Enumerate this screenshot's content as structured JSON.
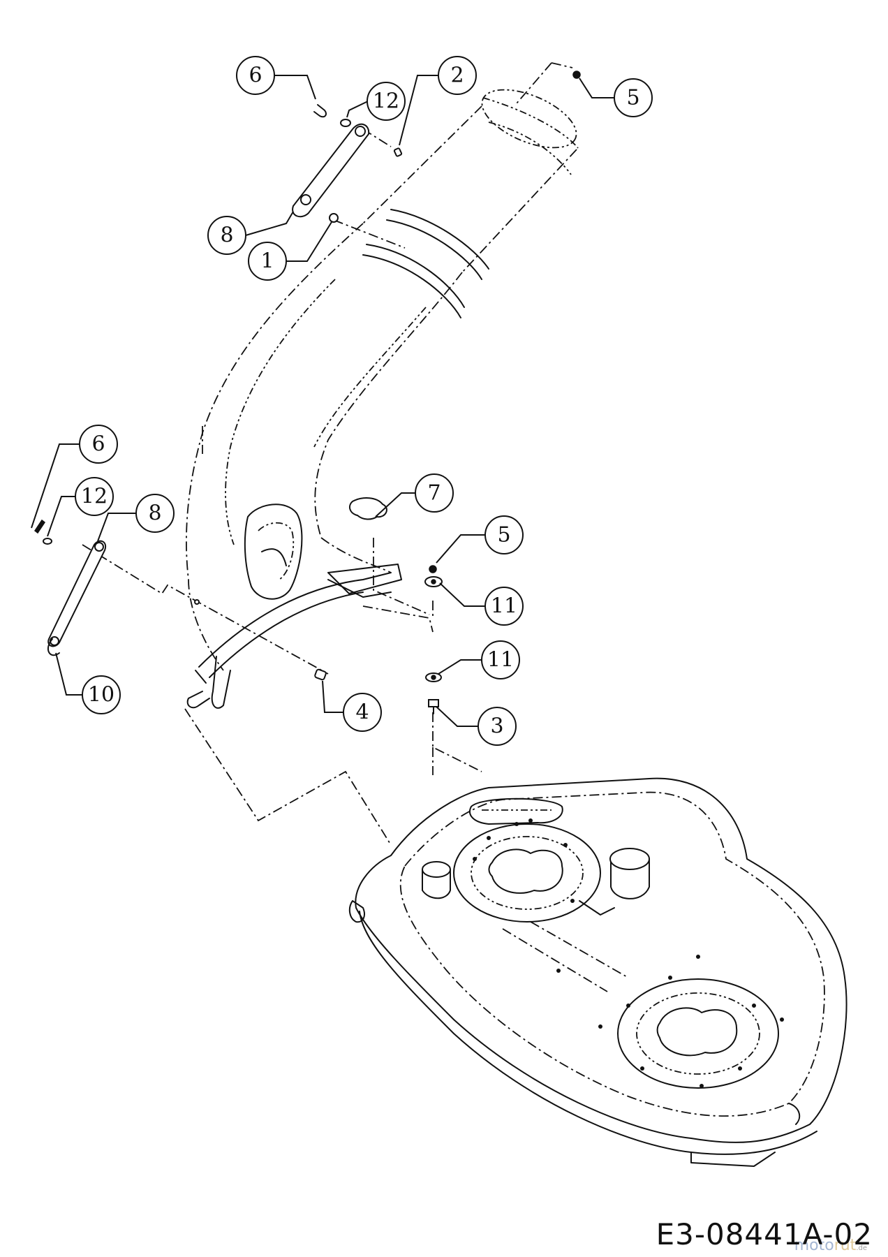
{
  "drawing_code": "E3-08441A-02",
  "watermark": {
    "brand_a": "moto",
    "brand_b": "rut",
    "suffix": ".de"
  },
  "callouts": [
    "6",
    "12",
    "2",
    "5",
    "8",
    "1",
    "6",
    "12",
    "8",
    "7",
    "5",
    "11",
    "11",
    "10",
    "4",
    "3"
  ]
}
